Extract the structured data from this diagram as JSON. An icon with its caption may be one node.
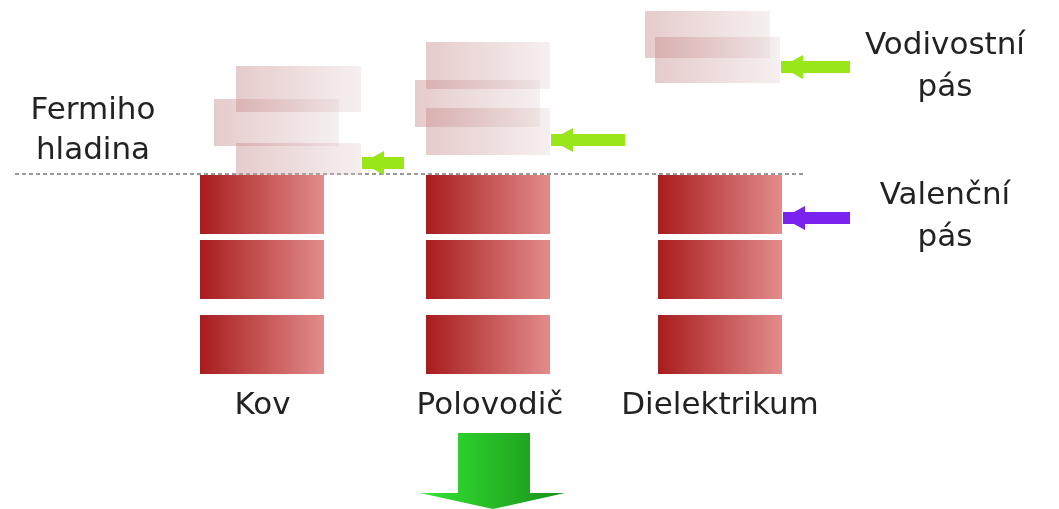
{
  "diagram": {
    "nodes": [
      {
        "text": [
          "Vodivostní pás"
        ]
      },
      {
        "text": [
          "Valenční pás"
        ]
      },
      {
        "text": [],
        "shape": "box"
      },
      {
        "text": [],
        "shape": "box"
      },
      {
        "text": [],
        "shape": "box"
      },
      {
        "text": [],
        "shape": "box"
      },
      {
        "text": [],
        "shape": "box"
      },
      {
        "text": [],
        "shape": "box"
      },
      {
        "text": [],
        "shape": "box"
      },
      {
        "text": [],
        "shape": "box"
      },
      {
        "text": [],
        "shape": "box"
      },
      {
        "text": [],
        "shape": "box"
      },
      {
        "text": [],
        "shape": "box"
      },
      {
        "text": [],
        "shape": "box"
      },
      {
        "text": [],
        "shape": "box"
      },
      {
        "text": [],
        "shape": "box"
      },
      {
        "text": [],
        "shape": "box"
      },
      {
        "text": [],
        "shape": "box"
      },
      {
        "text": [],
        "shape": "box"
      }
    ],
    "edges": [
      {
        "from": null,
        "to": 4,
        "arrow": "to"
      },
      {
        "from": null,
        "to": 10,
        "arrow": "to"
      },
      {
        "from": 0,
        "to": 15,
        "arrow": "to"
      },
      {
        "from": 1,
        "to": 16,
        "arrow": "to",
        "color": "#7a22ee"
      }
    ],
    "labels": [
      "Fermiho hladina",
      "Kov",
      "Polovodič",
      "Dielektrikum"
    ]
  }
}
